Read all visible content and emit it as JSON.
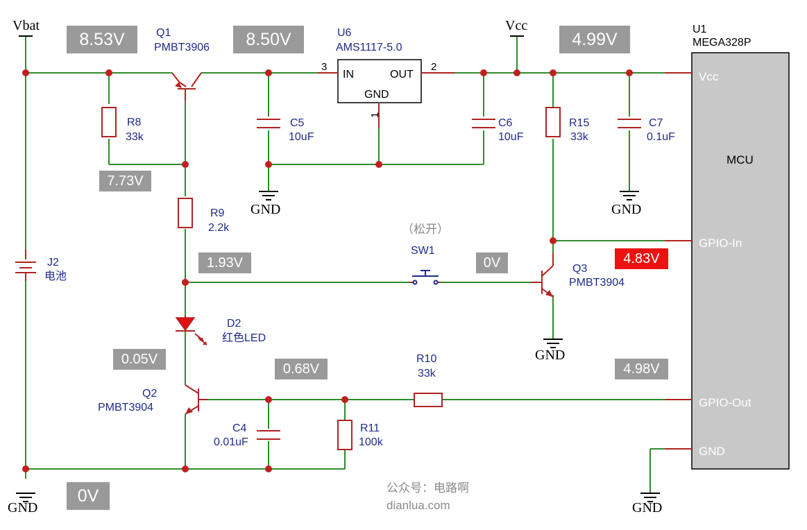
{
  "nets": {
    "vbat": "Vbat",
    "vcc": "Vcc",
    "gnd": "GND"
  },
  "components": {
    "q1": {
      "ref": "Q1",
      "value": "PMBT3906"
    },
    "u6": {
      "ref": "U6",
      "value": "AMS1117-5.0",
      "pin_in": "IN",
      "pin_out": "OUT",
      "pin_gnd": "GND",
      "num_in": "3",
      "num_out": "2",
      "num_gnd": "1"
    },
    "u1": {
      "ref": "U1",
      "value": "MEGA328P",
      "body": "MCU",
      "pin_vcc": "Vcc",
      "pin_gpio_in": "GPIO-In",
      "pin_gpio_out": "GPIO-Out",
      "pin_gnd": "GND"
    },
    "r8": {
      "ref": "R8",
      "value": "33k"
    },
    "c5": {
      "ref": "C5",
      "value": "10uF"
    },
    "c6": {
      "ref": "C6",
      "value": "10uF"
    },
    "r15": {
      "ref": "R15",
      "value": "33k"
    },
    "c7": {
      "ref": "C7",
      "value": "0.1uF"
    },
    "r9": {
      "ref": "R9",
      "value": "2.2k"
    },
    "sw1": {
      "ref": "SW1",
      "state": "（松开）"
    },
    "q3": {
      "ref": "Q3",
      "value": "PMBT3904"
    },
    "j2": {
      "ref": "J2",
      "value": "电池"
    },
    "d2": {
      "ref": "D2",
      "value": "红色LED"
    },
    "q2": {
      "ref": "Q2",
      "value": "PMBT3904"
    },
    "r10": {
      "ref": "R10",
      "value": "33k"
    },
    "c4": {
      "ref": "C4",
      "value": "0.01uF"
    },
    "r11": {
      "ref": "R11",
      "value": "100k"
    }
  },
  "voltages": {
    "v_bat": "8.53V",
    "v_q1c": "8.50V",
    "v_vcc": "4.99V",
    "v_q1b": "7.73V",
    "v_r9": "1.93V",
    "v_q3b": "0V",
    "v_gpio_in": "4.83V",
    "v_led": "0.05V",
    "v_q2b": "0.68V",
    "v_gpio_out": "4.98V",
    "v_gnd": "0V"
  },
  "colors": {
    "wire": "#2e8b2e",
    "component": "#b22222",
    "label": "#1f2a8a",
    "voltage_box": "#9a9a9a",
    "alert_box": "#ee1111"
  },
  "watermark": {
    "line1": "公众号：电路啊",
    "line2": "dianlua.com"
  }
}
